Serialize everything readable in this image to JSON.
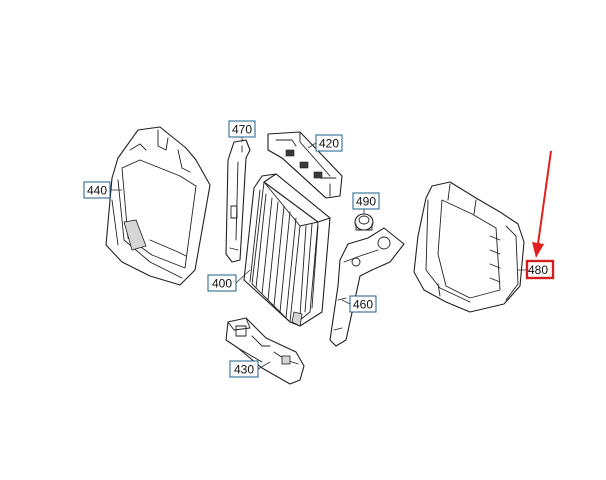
{
  "parts": [
    {
      "id": "p440",
      "label": "440"
    },
    {
      "id": "p470",
      "label": "470"
    },
    {
      "id": "p420",
      "label": "420"
    },
    {
      "id": "p490",
      "label": "490"
    },
    {
      "id": "p400",
      "label": "400"
    },
    {
      "id": "p460",
      "label": "460"
    },
    {
      "id": "p430",
      "label": "430"
    },
    {
      "id": "p480",
      "label": "480",
      "highlighted": true
    }
  ],
  "colors": {
    "label_border": "#1a5f8a",
    "highlight": "#d21e1e",
    "arrow": "#e02020"
  },
  "icons": {
    "pointer": "red-arrow-icon"
  }
}
